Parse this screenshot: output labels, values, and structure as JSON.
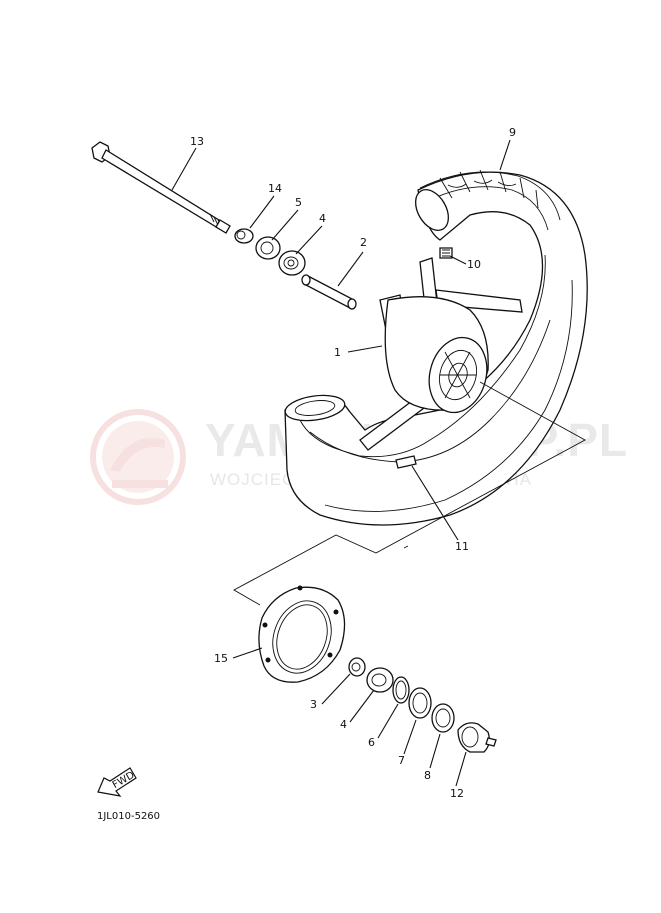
{
  "watermark": {
    "title": "YAMAHA-SHOP.PL",
    "subtitle": "WOJCIECHOWICZ DEALER YAMAHA"
  },
  "callouts": {
    "p1": "1",
    "p2": "2",
    "p3": "3",
    "p4a": "4",
    "p4b": "4",
    "p5": "5",
    "p6": "6",
    "p7": "7",
    "p8": "8",
    "p9": "9",
    "p10": "10",
    "p11": "11",
    "p12": "12",
    "p13": "13",
    "p14": "14",
    "p15": "15"
  },
  "fwd_label": "FWD",
  "diagram_code": "1JL010-5260",
  "colors": {
    "line": "#111111",
    "watermark_logo": "#f2c7c7",
    "watermark_text": "#e9e9e9"
  }
}
